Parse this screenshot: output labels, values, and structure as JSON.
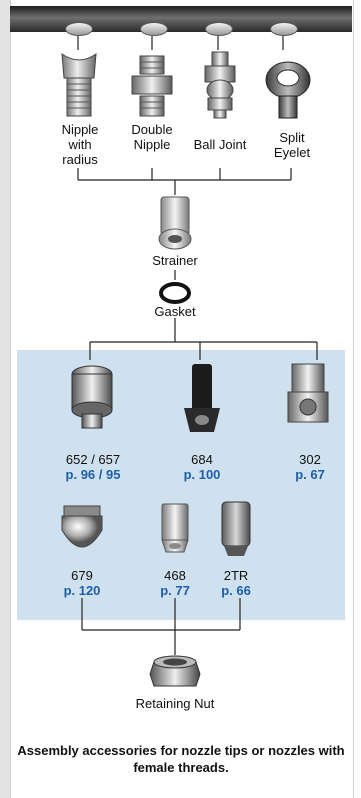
{
  "top_row": [
    {
      "name": "Nipple\nwith\nradius"
    },
    {
      "name": "Double\nNipple"
    },
    {
      "name": "Ball Joint"
    },
    {
      "name": "Split\nEyelet"
    }
  ],
  "strainer": "Strainer",
  "gasket": "Gasket",
  "tips_row1": [
    {
      "model": "652 / 657",
      "page": "p. 96 / 95"
    },
    {
      "model": "684",
      "page": "p. 100"
    },
    {
      "model": "302",
      "page": "p. 67"
    }
  ],
  "tips_row2": [
    {
      "model": "679",
      "page": "p. 120"
    },
    {
      "model": "468",
      "page": "p. 77"
    },
    {
      "model": "2TR",
      "page": "p. 66"
    }
  ],
  "retaining_nut": "Retaining Nut",
  "caption": "Assembly accessories for nozzle tips or nozzles with female threads.",
  "colors": {
    "highlight": "#cfe0ee",
    "page_ref": "#1d5fa8"
  }
}
